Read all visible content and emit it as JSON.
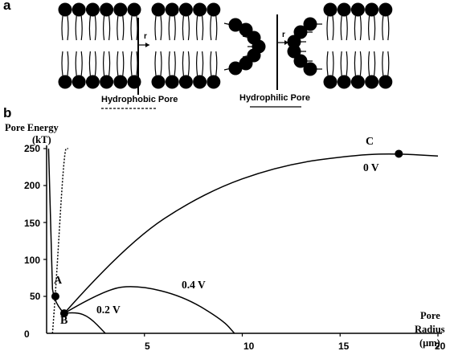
{
  "panel_a": {
    "label": "a",
    "arrow_label_1": "r",
    "arrow_label_2": "r",
    "caption_hydrophobic": "Hydrophobic Pore",
    "caption_hydrophilic": "Hydrophilic Pore"
  },
  "panel_b": {
    "label": "b",
    "y_title_line1": "Pore Energy",
    "y_title_line2": "(kT)",
    "x_title_line1": "Pore",
    "x_title_line2": "Radius",
    "x_title_line3": "(μm)",
    "points": [
      {
        "label": "A",
        "x": 0.45,
        "y": 50
      },
      {
        "label": "B",
        "x": 0.9,
        "y": 27
      },
      {
        "label": "C",
        "x": 18,
        "y": 243
      }
    ],
    "curve_labels": [
      "0.2 V",
      "0.4 V",
      "0 V"
    ]
  },
  "chart_data": {
    "type": "line",
    "title": "",
    "xlabel": "Pore Radius (μm)",
    "ylabel": "Pore Energy (kT)",
    "xlim": [
      0,
      20
    ],
    "ylim": [
      0,
      250
    ],
    "xticks": [
      "5",
      "10",
      "15",
      "20"
    ],
    "yticks": [
      "0",
      "50",
      "100",
      "150",
      "200",
      "250"
    ],
    "grid": false,
    "series": [
      {
        "name": "0 V",
        "x": [
          0.9,
          4,
          8,
          12,
          16,
          18,
          20
        ],
        "y": [
          27,
          120,
          190,
          228,
          242,
          243,
          240
        ]
      },
      {
        "name": "0.4 V",
        "x": [
          0.9,
          3,
          4.7,
          7,
          9,
          9.6
        ],
        "y": [
          27,
          60,
          65,
          50,
          18,
          0
        ]
      },
      {
        "name": "0.2 V",
        "x": [
          0.9,
          1.5,
          2.2,
          3.0
        ],
        "y": [
          27,
          29,
          22,
          0
        ]
      },
      {
        "name": "hydrophobic",
        "x": [
          0.3,
          0.45,
          0.9,
          1.1
        ],
        "y": [
          0,
          50,
          250,
          250
        ]
      }
    ]
  }
}
